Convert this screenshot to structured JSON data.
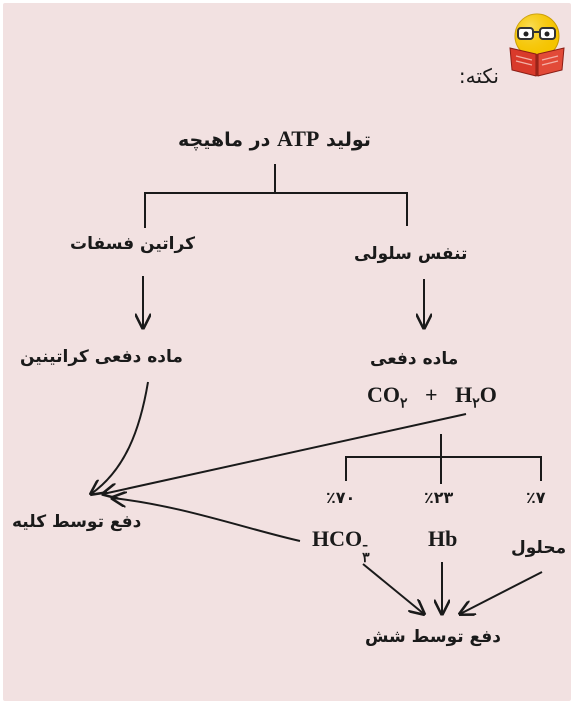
{
  "note": {
    "label": "نکته:",
    "icon": "reading-emoji-icon"
  },
  "nodes": {
    "title_prefix": "تولید",
    "title_atp": "ATP",
    "title_suffix": "در ماهیچه",
    "respiration": "تنفس سلولی",
    "creatine_phosphate": "کراتین فسفات",
    "waste": "ماده دفعی",
    "waste_creatinine": "ماده دفعی کراتینین",
    "co2": "CO",
    "co2_sub": "۲",
    "plus": "+",
    "h2o_h": "H",
    "h2o_sub": "۲",
    "h2o_o": "O",
    "pct_hco3": "٪۷۰",
    "pct_hb": "٪۲۳",
    "pct_solution": "٪۷",
    "hco3": "HCO",
    "hco3_sub": "۳",
    "hco3_charge": "-",
    "hb": "Hb",
    "solution": "محلول",
    "kidney_excretion": "دفع توسط کلیه",
    "lung_excretion": "دفع توسط شش"
  },
  "colors": {
    "background": "#f2e1e1",
    "text": "#1a1a1a",
    "emoji_face": "#f5c400",
    "book": "#d93a2b"
  }
}
